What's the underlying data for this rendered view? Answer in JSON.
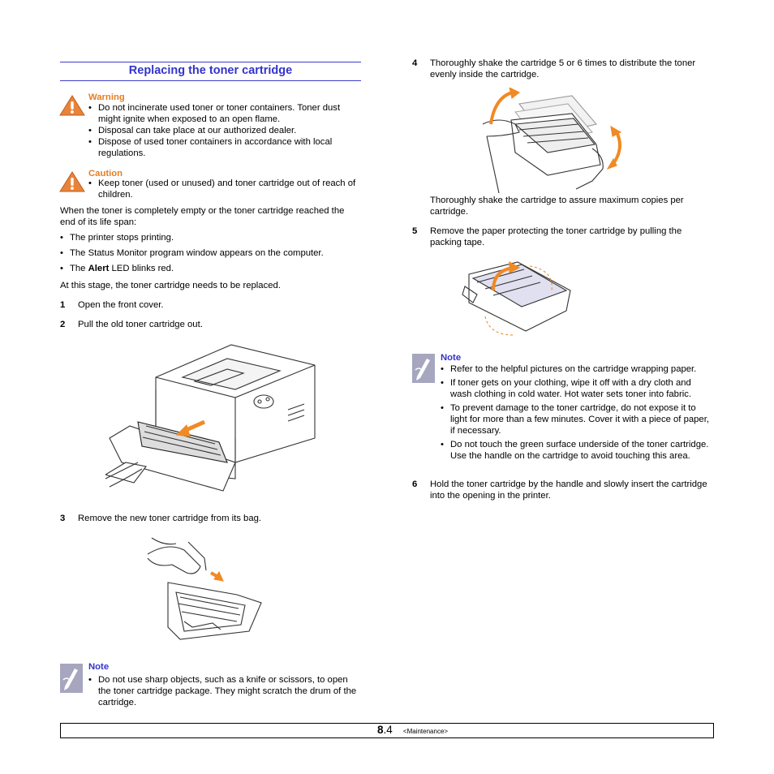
{
  "section": {
    "title": "Replacing the toner cartridge"
  },
  "warning": {
    "label": "Warning",
    "items": [
      "Do not incinerate used toner or toner containers. Toner dust might ignite when exposed to an open flame.",
      "Disposal can take place at our authorized dealer.",
      "Dispose of used toner containers in accordance with local regulations."
    ]
  },
  "caution": {
    "label": "Caution",
    "items": [
      "Keep toner (used or unused) and toner cartridge out of reach of children."
    ]
  },
  "intro": "When the toner is completely empty or the toner cartridge reached the end of its life span:",
  "symptoms": [
    {
      "text": "The printer stops printing."
    },
    {
      "text": "The Status Monitor program window appears on the computer."
    },
    {
      "prefix": "The ",
      "bold": "Alert",
      "suffix": " LED blinks red."
    }
  ],
  "stage_text": "At this stage, the toner cartridge needs to be replaced.",
  "steps": [
    {
      "num": "1",
      "text": "Open the front cover."
    },
    {
      "num": "2",
      "text": "Pull the old toner cartridge out."
    },
    {
      "num": "3",
      "text": "Remove the new toner cartridge from its bag."
    },
    {
      "num": "4",
      "text": "Thoroughly shake the cartridge 5 or 6 times to distribute the toner evenly inside the cartridge."
    },
    {
      "num": "5",
      "text": "Remove the paper protecting the toner cartridge by pulling the packing tape."
    },
    {
      "num": "6",
      "text": "Hold the toner cartridge by the handle and slowly insert the cartridge into the opening in the printer."
    }
  ],
  "shake_note": "Thoroughly shake the cartridge to assure maximum copies per cartridge.",
  "note_left": {
    "label": "Note",
    "items": [
      "Do not use sharp objects, such as a knife or scissors, to open the toner cartridge package. They might scratch the drum of the cartridge."
    ]
  },
  "note_right": {
    "label": "Note",
    "items": [
      "Refer to the helpful pictures on the cartridge wrapping paper.",
      "If toner gets on your clothing, wipe it off with a dry cloth and wash clothing in cold water. Hot water sets toner into fabric.",
      "To prevent damage to the toner cartridge, do not expose it to light for more than a few minutes. Cover it with a piece of paper, if necessary.",
      "Do not touch the green surface underside of the toner cartridge. Use the handle on the cartridge to avoid touching this area."
    ]
  },
  "footer": {
    "chapter": "8",
    "page": ".4",
    "section": "<Maintenance>"
  },
  "icons": {
    "warning": "warning-triangle-icon",
    "caution": "caution-triangle-icon",
    "note": "note-pencil-icon"
  },
  "colors": {
    "heading": "#3333cc",
    "warning_label": "#e67e22",
    "arrow": "#f08a24"
  }
}
